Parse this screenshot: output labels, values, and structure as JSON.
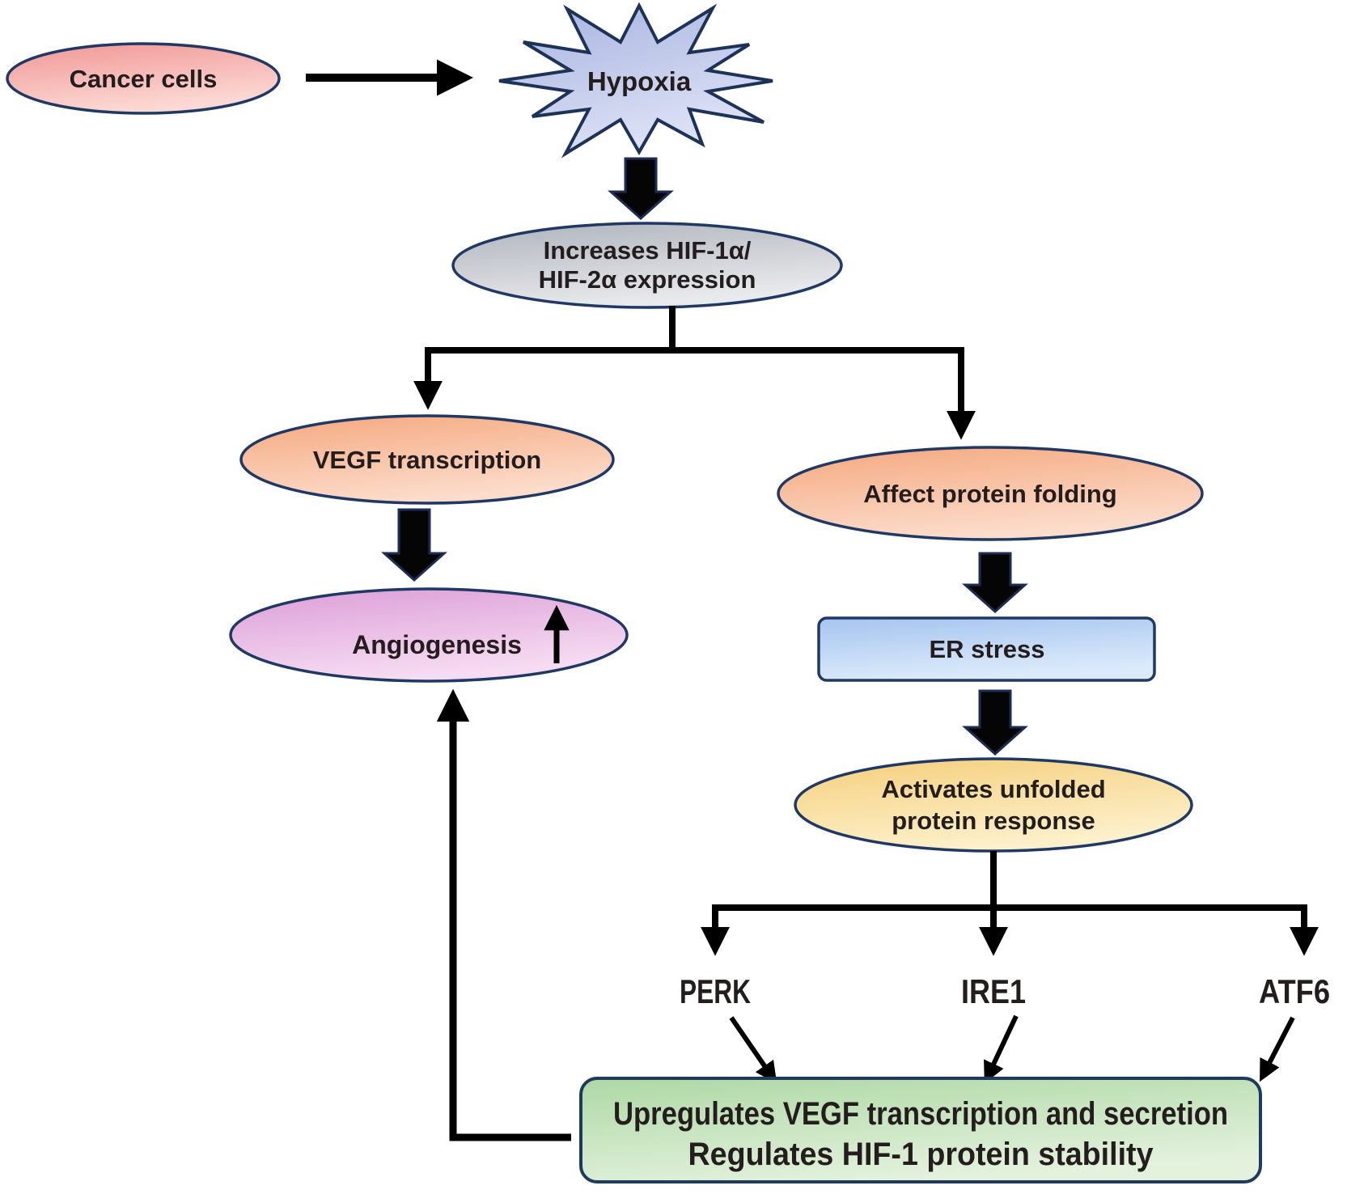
{
  "diagram": {
    "nodes": {
      "cancer_cells": {
        "label": "Cancer cells"
      },
      "hypoxia": {
        "label": "Hypoxia"
      },
      "hif_expression": {
        "line1": "Increases HIF-1α/",
        "line2": "HIF-2α expression"
      },
      "vegf_transcription": {
        "label": "VEGF transcription"
      },
      "affect_protein_folding": {
        "label": "Affect protein folding"
      },
      "angiogenesis": {
        "label": "Angiogenesis"
      },
      "er_stress": {
        "label": "ER stress"
      },
      "unfolded_protein_response": {
        "line1": "Activates unfolded",
        "line2": "protein response"
      },
      "perk": {
        "label": "PERK"
      },
      "ire1": {
        "label": "IRE1"
      },
      "atf6": {
        "label": "ATF6"
      },
      "outcome": {
        "line1": "Upregulates VEGF transcription and secretion",
        "line2": "Regulates HIF-1 protein stability"
      }
    },
    "colors": {
      "node_border": "#203864",
      "text": "#241d1d",
      "arrow": "#050505",
      "cancer_start": "#f19795",
      "cancer_end": "#fcd9d5",
      "hypoxia_start": "#a7b2e0",
      "hypoxia_end": "#dde2f5",
      "hif_start": "#aeb3bc",
      "hif_end": "#e9eaec",
      "peach_start": "#f4a87e",
      "peach_end": "#fcdccb",
      "purple_start": "#dc9ed7",
      "purple_end": "#f6dcf2",
      "blue_start": "#a5c4ef",
      "blue_end": "#dcebfb",
      "yellow_start": "#f5cf7d",
      "yellow_end": "#fdf0ca",
      "green_start": "#aed8a4",
      "green_end": "#e3f1dd"
    }
  }
}
